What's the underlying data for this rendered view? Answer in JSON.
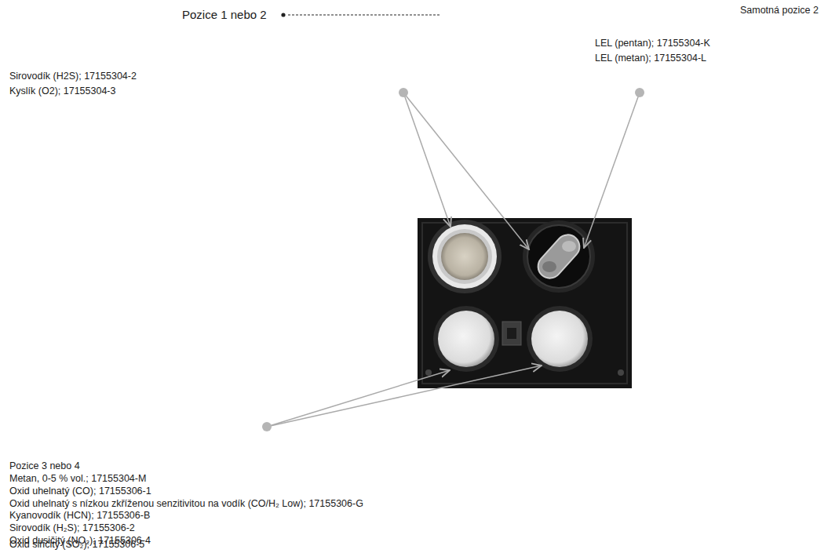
{
  "diagram": {
    "labels": [
      "Pozice 1 nebo 2",
      "Samotná pozice 2",
      "LEL (pentan); 17155304-K",
      "LEL (metan); 17155304-L",
      "Sirovodík (H2S); 17155304-2",
      "Kyslík (O2); 17155304-3",
      "Pozice 3 nebo 4",
      "Metan, 0-5 % vol.; 17155304-M",
      "Oxid uhelnatý (CO); 17155306-1",
      "Oxid uhelnatý s nízkou zkříženou senzitivitou na vodík (CO/H₂ Low); 17155306-G",
      "Kyanovodík (HCN); 17155306-B",
      "Sirovodík (H₂S); 17155306-2",
      "Oxid dusičitý (NO₂); 17155306-4",
      "Oxid siřičitý (SO₂); 17155306-5"
    ]
  }
}
